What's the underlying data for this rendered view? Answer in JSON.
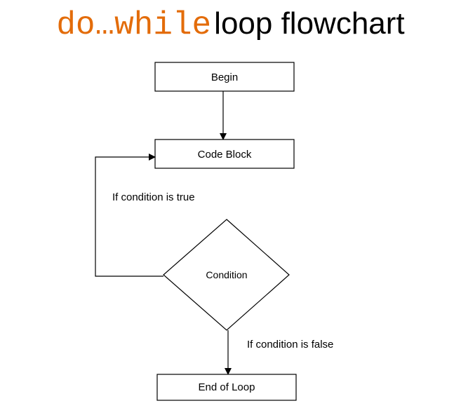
{
  "title": {
    "code_part": "do…while",
    "rest_part": "loop flowchart",
    "code_color": "#e36c0a"
  },
  "nodes": {
    "begin": "Begin",
    "code_block": "Code Block",
    "condition": "Condition",
    "end": "End of Loop"
  },
  "edge_labels": {
    "true_branch": "If condition is true",
    "false_branch": "If condition is false"
  }
}
